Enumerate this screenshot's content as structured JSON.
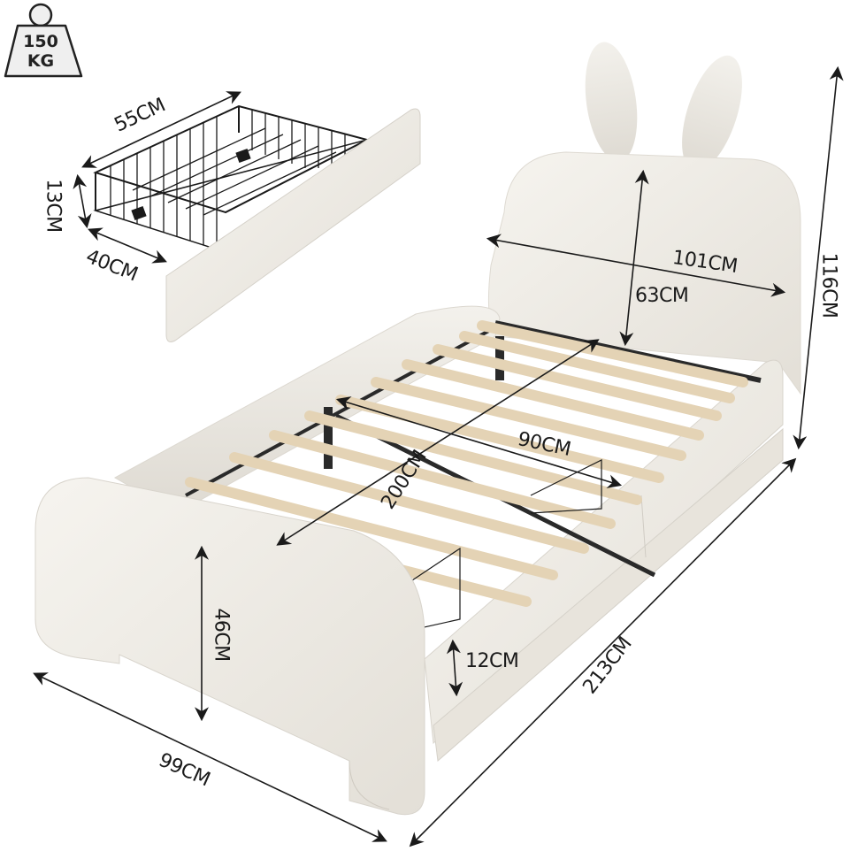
{
  "product": {
    "name": "Rabbit-ear upholstered kids bed with storage drawers",
    "colors": {
      "upholstery": "#f1efea",
      "upholstery_shadow": "#dcd8d0",
      "slats": "#e6d5b8",
      "frame": "#2a2a2a",
      "dimension_line": "#1a1a1a"
    }
  },
  "weight_badge": {
    "icon": "weight-icon",
    "value": "150",
    "unit": "KG"
  },
  "drawer": {
    "length": "55CM",
    "height": "13CM",
    "width": "40CM"
  },
  "bed": {
    "headboard_width": "101CM",
    "headboard_height": "63CM",
    "total_height": "116CM",
    "mattress_length": "200CM",
    "mattress_width": "90CM",
    "footboard_height": "46CM",
    "side_rail_height": "12CM",
    "total_width": "99CM",
    "total_length": "213CM"
  }
}
